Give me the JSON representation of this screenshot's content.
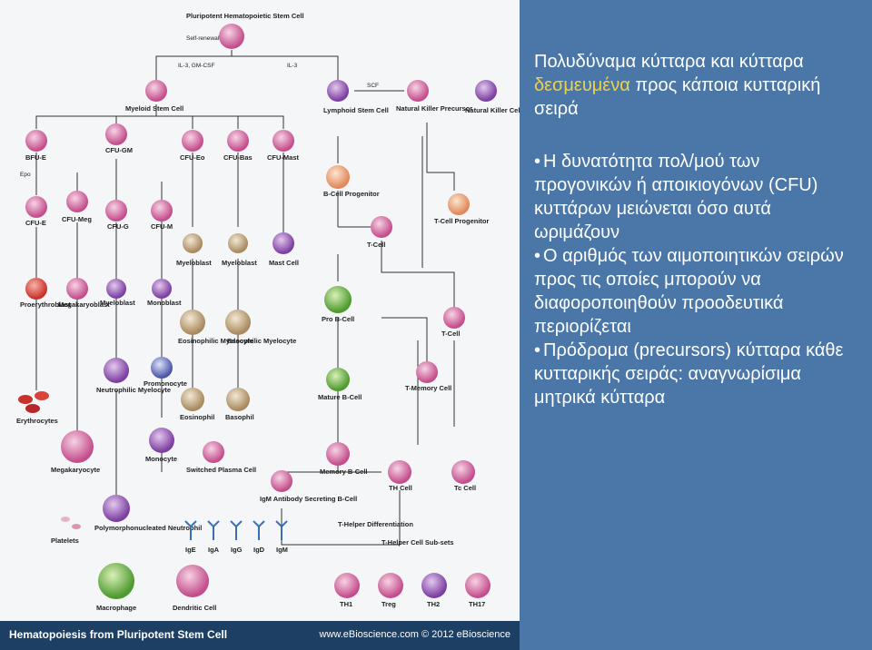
{
  "slide": {
    "heading_parts": [
      "Πολυδύναμα κύτταρα και κύτταρα",
      "δεσμευμένα",
      "προς κάποια κυτταρική σειρά"
    ],
    "bullets": [
      "Η δυνατότητα πολ/μού των προγονικών ή αποικιογόνων (CFU) κυττάρων μειώνεται όσο αυτά ωριμάζουν",
      "Ο αριθμός των αιμοποιητικών σειρών προς τις οποίες μπορούν να διαφοροποιηθούν προοδευτικά περιορίζεται",
      "Πρόδρομα (precursors) κύτταρα κάθε κυτταρικής σειράς: αναγνωρίσιμα μητρικά κύτταρα"
    ],
    "highlight_color": "#f0d24a",
    "panel_color": "#4a77a8"
  },
  "figure": {
    "footer_title": "Hematopoiesis from Pluripotent Stem Cell",
    "footer_credit": "www.eBioscience.com © 2012 eBioscience",
    "labels": {
      "stem": "Pluripotent Hematopoietic Stem Cell",
      "self_renewal": "Self-renewal",
      "myeloid": "Myeloid Stem Cell",
      "lymphoid": "Lymphoid Stem Cell",
      "nk_precursor": "Natural Killer Precursor",
      "nk": "Natural Killer Cell",
      "bfu_e": "BFU-E",
      "cfu_e": "CFU-E",
      "cfu_gm": "CFU-GM",
      "cfu_meg": "CFU-Meg",
      "cfu_g": "CFU-G",
      "cfu_m": "CFU-M",
      "cfu_eo": "CFU-Eo",
      "cfu_bas": "CFU-Bas",
      "cfu_mast": "CFU-Mast",
      "b_prog": "B-Cell Progenitor",
      "t_cell": "T-Cell",
      "t_prog": "T-Cell Progenitor",
      "proerythroblast": "Proerythroblast",
      "megakaryoblast": "Megakaryoblast",
      "myeloblast": "Myeloblast",
      "monoblast": "Monoblast",
      "myeloblast2": "Myeloblast",
      "myeloblast3": "Myeloblast",
      "mast": "Mast Cell",
      "pro_b": "Pro B-Cell",
      "mature_b": "Mature B-Cell",
      "t_memory": "T-Memory Cell",
      "t_cell2": "T-Cell",
      "erythrocytes": "Erythrocytes",
      "neutro_myelo": "Neutrophilic Myelocyte",
      "promonocyte": "Promonocyte",
      "eos_myelo": "Eosinophilic Myelocyte",
      "bas_myelo": "Basophilic Myelocyte",
      "eosinophil": "Eosinophil",
      "basophil": "Basophil",
      "megakaryocyte": "Megakaryocyte",
      "monocyte": "Monocyte",
      "plasma": "Switched Plasma Cell",
      "memory_b": "Memory B-Cell",
      "th": "TH Cell",
      "tc": "Tc Cell",
      "igm_ab": "IgM Antibody Secreting B-Cell",
      "pmn": "Polymorphonucleated Neutrophil",
      "platelets": "Platelets",
      "t_helper_diff": "T-Helper Differentiation",
      "th_subsets": "T-Helper Cell Sub-sets",
      "macrophage": "Macrophage",
      "dendritic": "Dendritic Cell",
      "th1": "TH1",
      "treg": "Treg",
      "th2": "TH2",
      "th17": "TH17",
      "ige": "IgE",
      "iga": "IgA",
      "igg": "IgG",
      "igd": "IgD",
      "igm": "IgM",
      "il3_gmcsf": "IL-3, GM-CSF",
      "il3": "IL-3",
      "scf": "SCF",
      "epo": "Epo"
    }
  }
}
